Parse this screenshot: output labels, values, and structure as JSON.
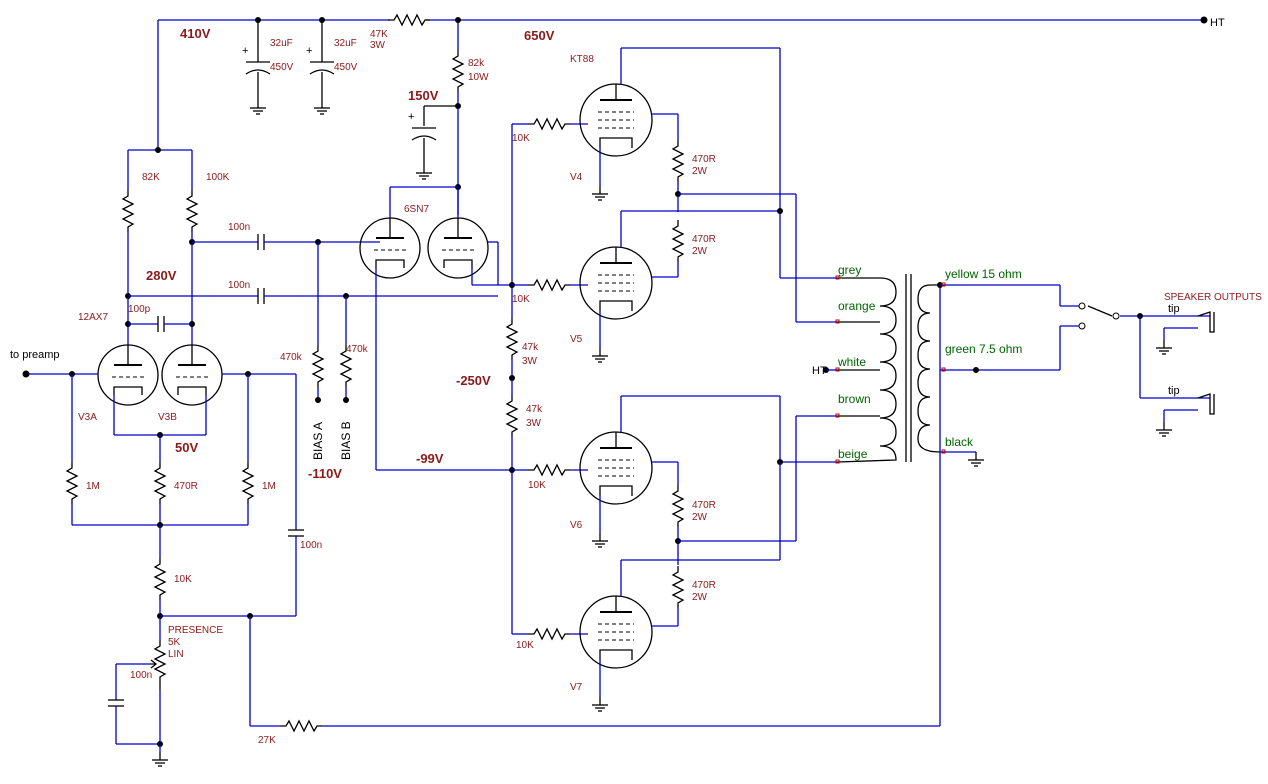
{
  "voltages": {
    "v410": "410V",
    "v650": "650V",
    "v150": "150V",
    "v280": "280V",
    "v50": "50V",
    "v110": "-110V",
    "v99": "-99V",
    "v250": "-250V"
  },
  "labels": {
    "ht_top": "HT",
    "ht_mid": "HT",
    "to_preamp": "to preamp",
    "c32a": "32uF",
    "c32a_v": "450V",
    "c32b": "32uF",
    "c32b_v": "450V",
    "r47k_top": "47K",
    "r47k_top_w": "3W",
    "r82k_top": "82k",
    "r82k_top_w": "10W",
    "r82k_left": "82K",
    "r100k_left": "100K",
    "c100n_a": "100n",
    "c100n_b": "100n",
    "c100p": "100p",
    "tube_12ax7": "12AX7",
    "v3a": "V3A",
    "v3b": "V3B",
    "r1m_a": "1M",
    "r470r_tail": "470R",
    "r1m_b": "1M",
    "c100n_pres": "100n",
    "r10k_tail": "10K",
    "presence": "PRESENCE",
    "pres_val": "5K",
    "pres_type": "LIN",
    "c100n_low": "100n",
    "r27k": "27K",
    "r470k_a": "470k",
    "r470k_b": "470k",
    "bias_a": "BIAS A",
    "bias_b": "BIAS B",
    "tube_6sn7": "6SN7",
    "r47k_mid_a": "47k",
    "r47k_mid_a_w": "3W",
    "r47k_mid_b": "47k",
    "r47k_mid_b_w": "3W",
    "tube_kt88": "KT88",
    "r10k_v4": "10K",
    "r10k_v5": "10K",
    "r10k_v6": "10K",
    "r10k_v7": "10K",
    "v4": "V4",
    "v5": "V5",
    "v6": "V6",
    "v7": "V7",
    "r470r_v4": "470R",
    "r470r_v4_w": "2W",
    "r470r_v5": "470R",
    "r470r_v5_w": "2W",
    "r470r_v6": "470R",
    "r470r_v6_w": "2W",
    "r470r_v7": "470R",
    "r470r_v7_w": "2W",
    "speaker_outputs": "SPEAKER OUTPUTS",
    "tip_a": "tip",
    "tip_b": "tip"
  },
  "transformer": {
    "grey": "grey",
    "orange": "orange",
    "white": "white",
    "brown": "brown",
    "beige": "beige",
    "yellow": "yellow 15 ohm",
    "green": "green 7.5 ohm",
    "black": "black"
  }
}
